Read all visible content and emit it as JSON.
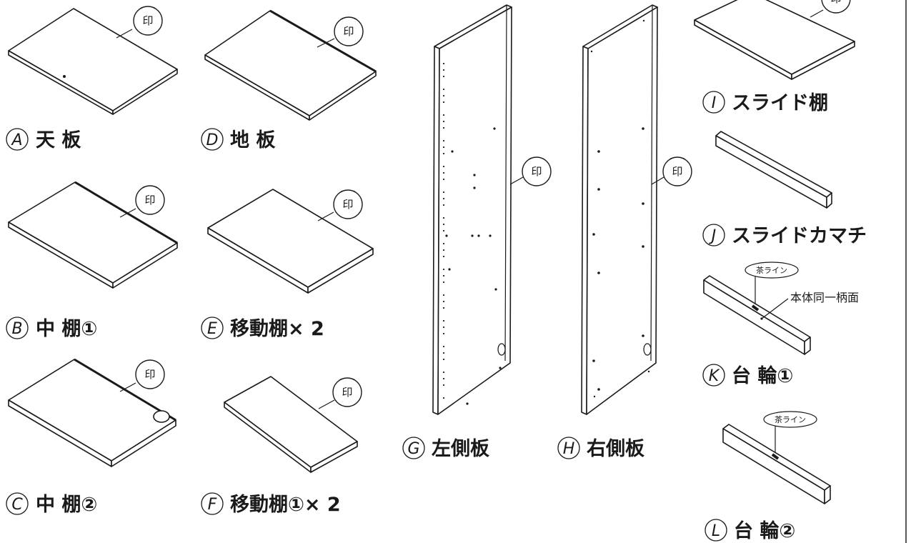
{
  "mark_label": "印",
  "brown_line_label": "茶ライン",
  "same_pattern_note": "本体同一柄面",
  "parts": [
    {
      "letter": "A",
      "name": "天 板"
    },
    {
      "letter": "B",
      "name": "中 棚①"
    },
    {
      "letter": "C",
      "name": "中 棚②"
    },
    {
      "letter": "D",
      "name": "地 板"
    },
    {
      "letter": "E",
      "name": "移動棚× 2"
    },
    {
      "letter": "F",
      "name": "移動棚①× 2"
    },
    {
      "letter": "G",
      "name": "左側板"
    },
    {
      "letter": "H",
      "name": "右側板"
    },
    {
      "letter": "I",
      "name": "スライド棚"
    },
    {
      "letter": "J",
      "name": "スライドカマチ"
    },
    {
      "letter": "K",
      "name": "台 輪①"
    },
    {
      "letter": "L",
      "name": "台 輪②"
    }
  ]
}
